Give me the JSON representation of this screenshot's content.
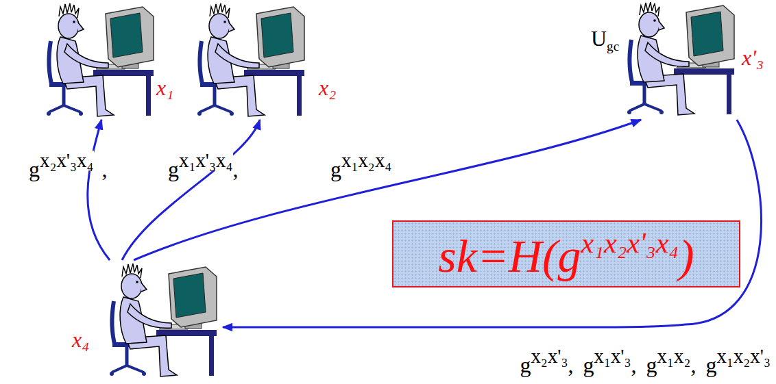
{
  "diagram": {
    "nodes": [
      {
        "text": [
          "x₁"
        ]
      },
      {
        "text": [
          "x₂"
        ]
      },
      {
        "text": [
          "x'₃"
        ]
      },
      {
        "text": [
          "sk=H(g",
          "x₁x₂x'₃x₄",
          ")"
        ]
      },
      {
        "text": [
          "x₄"
        ]
      }
    ],
    "edges": [
      {
        "from": 4,
        "to": 0,
        "arrow": "to"
      },
      {
        "from": 4,
        "to": 1,
        "arrow": "to"
      },
      {
        "from": 4,
        "to": 2,
        "arrow": "to"
      },
      {
        "from": 2,
        "to": 4,
        "arrow": "to"
      }
    ],
    "labels": [
      "U",
      "gc",
      "g",
      "x₂x'₃x₄",
      ",",
      "g",
      "x₁x'₃x₄",
      ",",
      "g",
      "x₁x₂x₄",
      "g",
      "x₂x'₃",
      ",",
      "g",
      "x₁x'₃",
      ",",
      "g",
      "x₁x₂",
      ",",
      "g",
      "x₁x₂x'₃"
    ]
  }
}
